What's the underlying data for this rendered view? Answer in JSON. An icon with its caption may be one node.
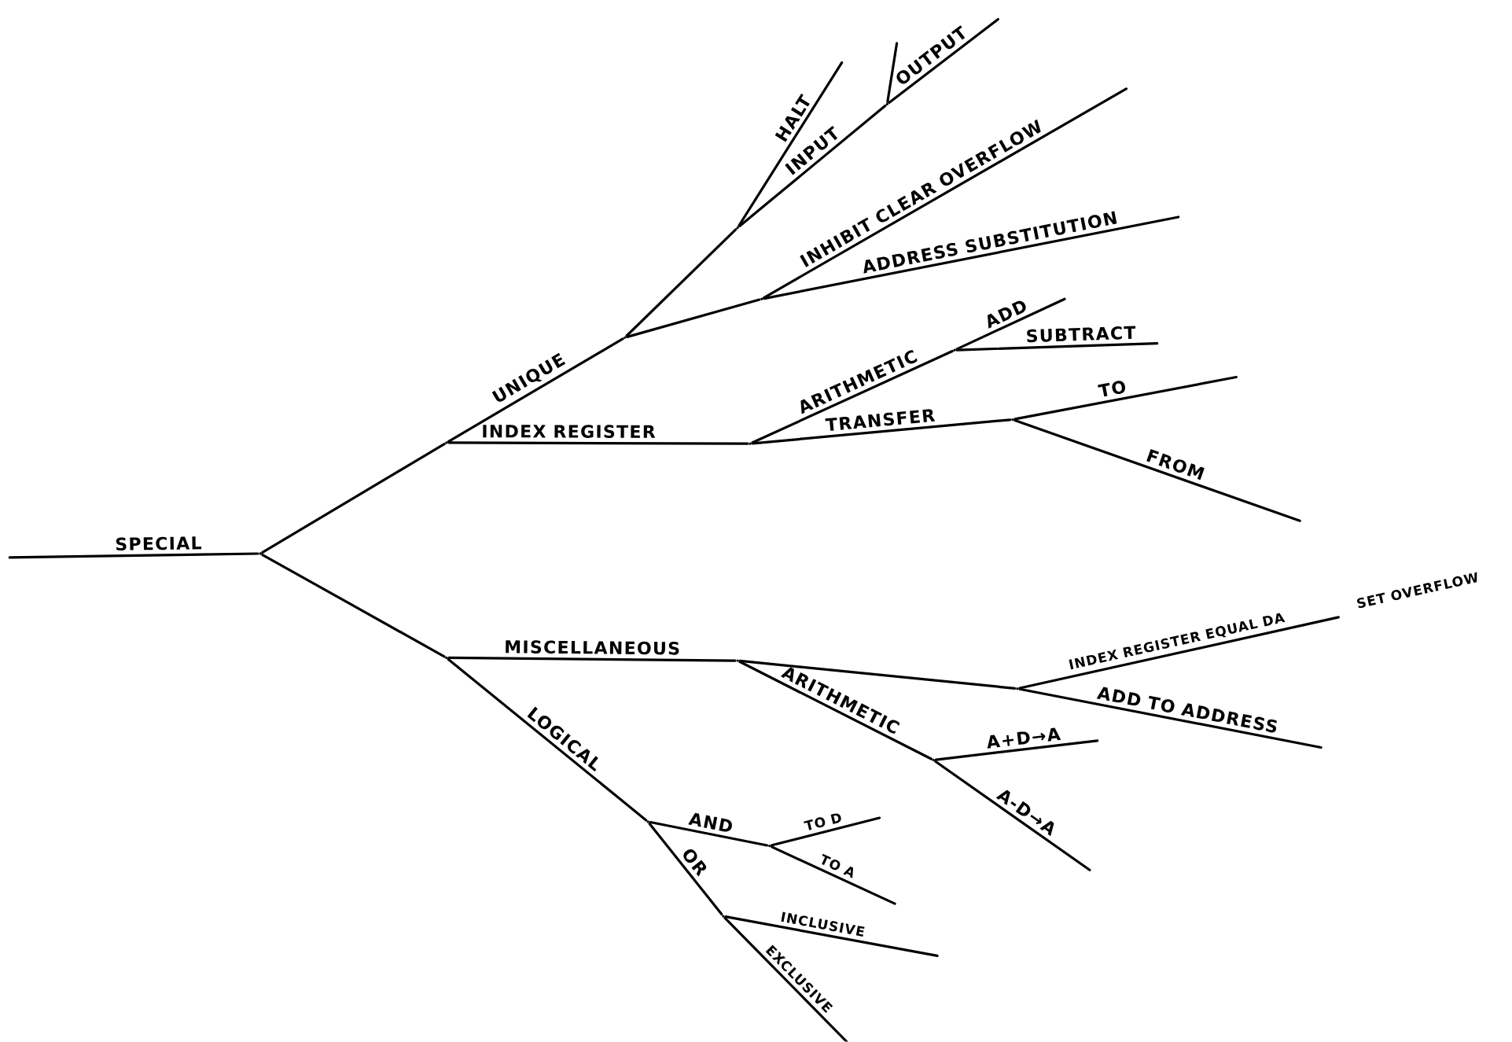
{
  "diagram": {
    "nodes": [
      {
        "text": [],
        "shape": "point"
      },
      {
        "text": [],
        "shape": "point"
      },
      {
        "text": [],
        "shape": "point"
      },
      {
        "text": [],
        "shape": "point"
      },
      {
        "text": [],
        "shape": "point"
      },
      {
        "text": [],
        "shape": "point"
      },
      {
        "text": [],
        "shape": "point"
      },
      {
        "text": [],
        "shape": "point"
      },
      {
        "text": [],
        "shape": "point"
      },
      {
        "text": [],
        "shape": "point"
      },
      {
        "text": [],
        "shape": "point"
      },
      {
        "text": [],
        "shape": "point"
      },
      {
        "text": [],
        "shape": "point"
      },
      {
        "text": [],
        "shape": "point"
      },
      {
        "text": [],
        "shape": "point"
      },
      {
        "text": [],
        "shape": "point"
      }
    ],
    "edges": [
      {
        "from": null,
        "to": 0,
        "arrow": "none",
        "label": "SPECIAL"
      },
      {
        "from": 0,
        "to": 1,
        "arrow": "none"
      },
      {
        "from": 1,
        "to": 2,
        "arrow": "none",
        "label": "UNIQUE"
      },
      {
        "from": 2,
        "to": 3,
        "arrow": "none"
      },
      {
        "from": 3,
        "to": null,
        "arrow": "none",
        "label": "HALT"
      },
      {
        "from": 3,
        "to": 4,
        "arrow": "none",
        "label": "INPUT"
      },
      {
        "from": 4,
        "to": null,
        "arrow": "none",
        "label": "OUTPUT"
      },
      {
        "from": 4,
        "to": null,
        "arrow": "none"
      },
      {
        "from": 2,
        "to": 5,
        "arrow": "none"
      },
      {
        "from": 5,
        "to": null,
        "arrow": "none",
        "label": "INHIBIT CLEAR OVERFLOW"
      },
      {
        "from": 5,
        "to": null,
        "arrow": "none",
        "label": "ADDRESS SUBSTITUTION"
      },
      {
        "from": 1,
        "to": 6,
        "arrow": "none",
        "label": "INDEX REGISTER"
      },
      {
        "from": 6,
        "to": 7,
        "arrow": "none",
        "label": "ARITHMETIC"
      },
      {
        "from": 7,
        "to": null,
        "arrow": "none",
        "label": "ADD"
      },
      {
        "from": 7,
        "to": null,
        "arrow": "none",
        "label": "SUBTRACT"
      },
      {
        "from": 6,
        "to": 8,
        "arrow": "none",
        "label": "TRANSFER"
      },
      {
        "from": 8,
        "to": null,
        "arrow": "none",
        "label": "TO"
      },
      {
        "from": 8,
        "to": null,
        "arrow": "none",
        "label": "FROM"
      },
      {
        "from": 0,
        "to": 9,
        "arrow": "none"
      },
      {
        "from": 9,
        "to": 10,
        "arrow": "none",
        "label": "MISCELLANEOUS"
      },
      {
        "from": 10,
        "to": 11,
        "arrow": "none"
      },
      {
        "from": 11,
        "to": null,
        "arrow": "none",
        "label": "INDEX REGISTER EQUAL DA"
      },
      {
        "from": 11,
        "to": null,
        "arrow": "none",
        "label": "ADD TO ADDRESS"
      },
      {
        "from": 10,
        "to": 12,
        "arrow": "none",
        "label": "ARITHMETIC"
      },
      {
        "from": 12,
        "to": null,
        "arrow": "none",
        "label": "A+D→A"
      },
      {
        "from": 12,
        "to": null,
        "arrow": "none",
        "label": "A-D→A"
      },
      {
        "from": 9,
        "to": 13,
        "arrow": "none",
        "label": "LOGICAL"
      },
      {
        "from": 13,
        "to": 14,
        "arrow": "none",
        "label": "AND"
      },
      {
        "from": 14,
        "to": null,
        "arrow": "none",
        "label": "TO D"
      },
      {
        "from": 14,
        "to": null,
        "arrow": "none",
        "label": "TO A"
      },
      {
        "from": 13,
        "to": 15,
        "arrow": "none",
        "label": "OR"
      },
      {
        "from": 15,
        "to": null,
        "arrow": "none",
        "label": "INCLUSIVE"
      },
      {
        "from": 15,
        "to": null,
        "arrow": "none",
        "label": "EXCLUSIVE"
      }
    ],
    "labels": [
      "SET OVERFLOW"
    ]
  }
}
